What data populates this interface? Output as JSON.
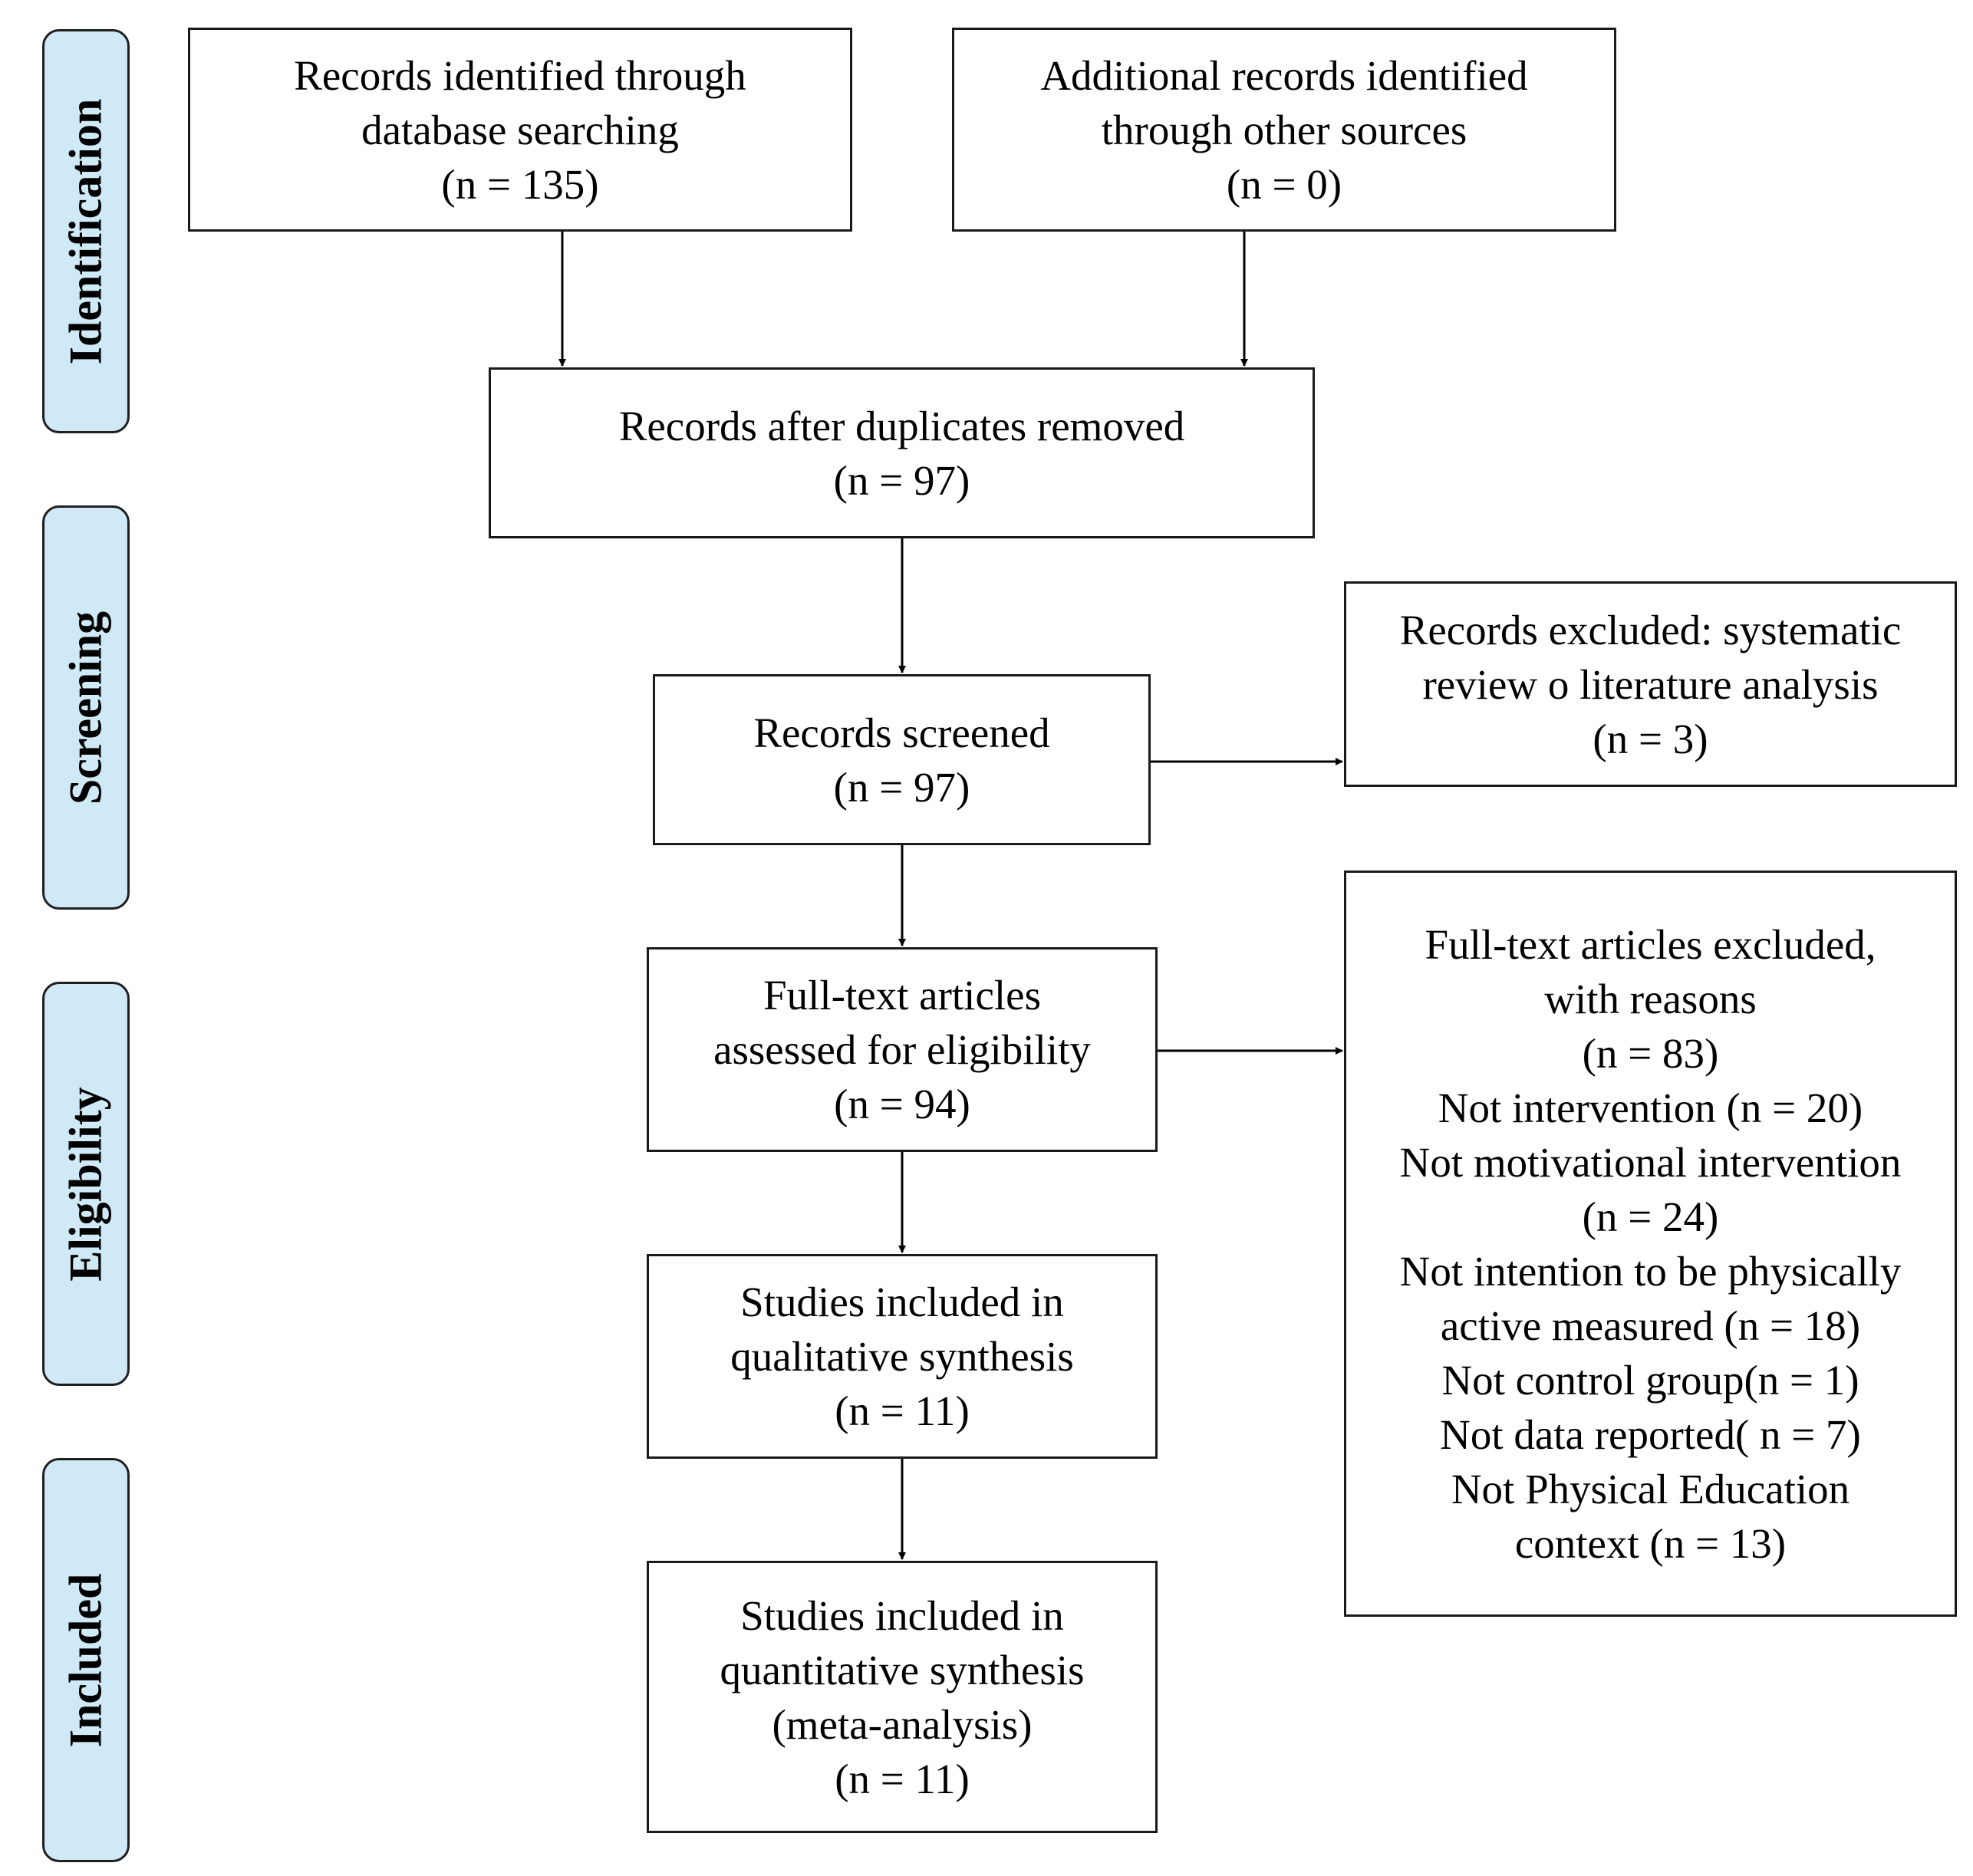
{
  "phases": {
    "identification": "Identification",
    "screening": "Screening",
    "eligibility": "Eligibility",
    "included": "Included"
  },
  "boxes": {
    "records_database": [
      "Records identified through",
      "database searching",
      "(n = 135)"
    ],
    "records_other": [
      "Additional records identified",
      "through other sources",
      "(n = 0)"
    ],
    "duplicates_removed": [
      "Records after duplicates removed",
      "(n = 97)"
    ],
    "records_screened": [
      "Records screened",
      "(n = 97)"
    ],
    "records_excluded": [
      "Records excluded: systematic",
      "review o literature analysis",
      "(n = 3)"
    ],
    "fulltext_assessed": [
      "Full-text articles",
      "assessed for eligibility",
      "(n = 94)"
    ],
    "fulltext_excluded": [
      "Full-text articles excluded,",
      "with reasons",
      "(n = 83)",
      "Not intervention (n = 20)",
      "Not motivational intervention",
      "(n = 24)",
      "Not intention to be physically",
      "active measured (n = 18)",
      "Not control group(n = 1)",
      "Not data reported( n = 7)",
      "Not Physical Education",
      "context (n = 13)"
    ],
    "qualitative": [
      "Studies included in",
      "qualitative synthesis",
      "(n = 11)"
    ],
    "quantitative": [
      "Studies included in",
      "quantitative synthesis",
      "(meta-analysis)",
      "(n = 11)"
    ]
  },
  "colors": {
    "phase_fill": "#cfe9f6",
    "border": "#1a1a1a"
  }
}
